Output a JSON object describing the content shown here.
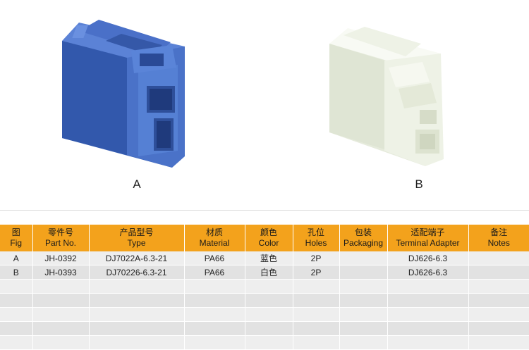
{
  "figures": [
    {
      "label": "A",
      "color": "#3f68c0"
    },
    {
      "label": "B",
      "color": "#f3f6ee"
    }
  ],
  "table": {
    "headers": [
      {
        "cn": "图",
        "en": "Fig"
      },
      {
        "cn": "零件号",
        "en": "Part No."
      },
      {
        "cn": "产品型号",
        "en": "Type"
      },
      {
        "cn": "材质",
        "en": "Material"
      },
      {
        "cn": "颜色",
        "en": "Color"
      },
      {
        "cn": "孔位",
        "en": "Holes"
      },
      {
        "cn": "包装",
        "en": "Packaging"
      },
      {
        "cn": "适配端子",
        "en": "Terminal Adapter"
      },
      {
        "cn": "备注",
        "en": "Notes"
      }
    ],
    "rows": [
      [
        "A",
        "JH-0392",
        "DJ7022A-6.3-21",
        "PA66",
        "蓝色",
        "2P",
        "",
        "DJ626-6.3",
        ""
      ],
      [
        "B",
        "JH-0393",
        "DJ70226-6.3-21",
        "PA66",
        "白色",
        "2P",
        "",
        "DJ626-6.3",
        ""
      ],
      [
        "",
        "",
        "",
        "",
        "",
        "",
        "",
        "",
        ""
      ],
      [
        "",
        "",
        "",
        "",
        "",
        "",
        "",
        "",
        ""
      ],
      [
        "",
        "",
        "",
        "",
        "",
        "",
        "",
        "",
        ""
      ],
      [
        "",
        "",
        "",
        "",
        "",
        "",
        "",
        "",
        ""
      ],
      [
        "",
        "",
        "",
        "",
        "",
        "",
        "",
        "",
        ""
      ]
    ]
  },
  "colors": {
    "header_bg": "#f3a21c",
    "row_light": "#eeeeee",
    "row_dark": "#e2e2e2"
  }
}
